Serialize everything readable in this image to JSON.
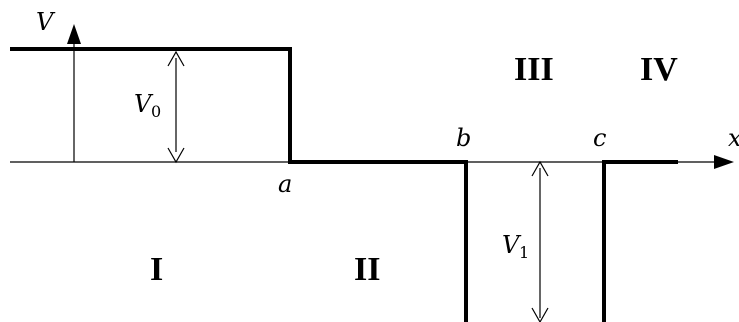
{
  "labels": {
    "v_axis": "V",
    "x_axis": "x",
    "a": "a",
    "b": "b",
    "c": "c",
    "v0_main": "V",
    "v0_sub": "0",
    "v1_main": "V",
    "v1_sub": "1"
  },
  "regions": {
    "I": "I",
    "II": "II",
    "III": "III",
    "IV": "IV"
  }
}
